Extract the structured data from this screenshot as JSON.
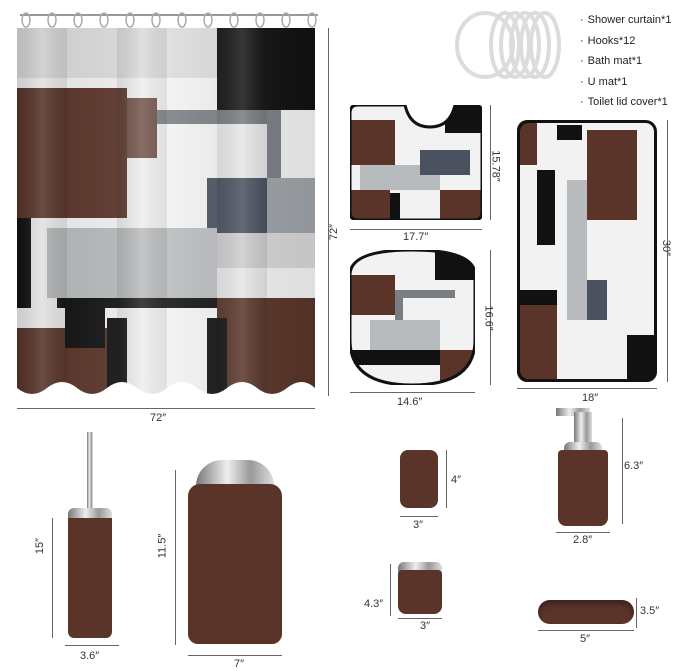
{
  "contents": [
    "Shower curtain*1",
    "Hooks*12",
    "Bath mat*1",
    "U mat*1",
    "Toilet lid cover*1"
  ],
  "dimensions": {
    "curtain_width": "72″",
    "curtain_height": "72″",
    "umat_width": "17.7″",
    "umat_height": "15.78″",
    "lid_width": "14.6″",
    "lid_height": "16.6″",
    "bathmat_width": "18″",
    "bathmat_height": "30″",
    "brush_width": "3.6″",
    "brush_height": "15″",
    "bin_width": "7″",
    "bin_height": "11.5″",
    "cup_width": "3″",
    "cup_height": "4″",
    "holder_width": "3″",
    "holder_height": "4.3″",
    "dispenser_width": "2.8″",
    "dispenser_height": "6.3″",
    "dish_width": "5″",
    "dish_height": "3.5″"
  },
  "colors": {
    "brown": "#5a3429",
    "black": "#111111",
    "slate": "#4a5260",
    "gray": "#b9bcbd",
    "white": "#f6f6f6"
  }
}
